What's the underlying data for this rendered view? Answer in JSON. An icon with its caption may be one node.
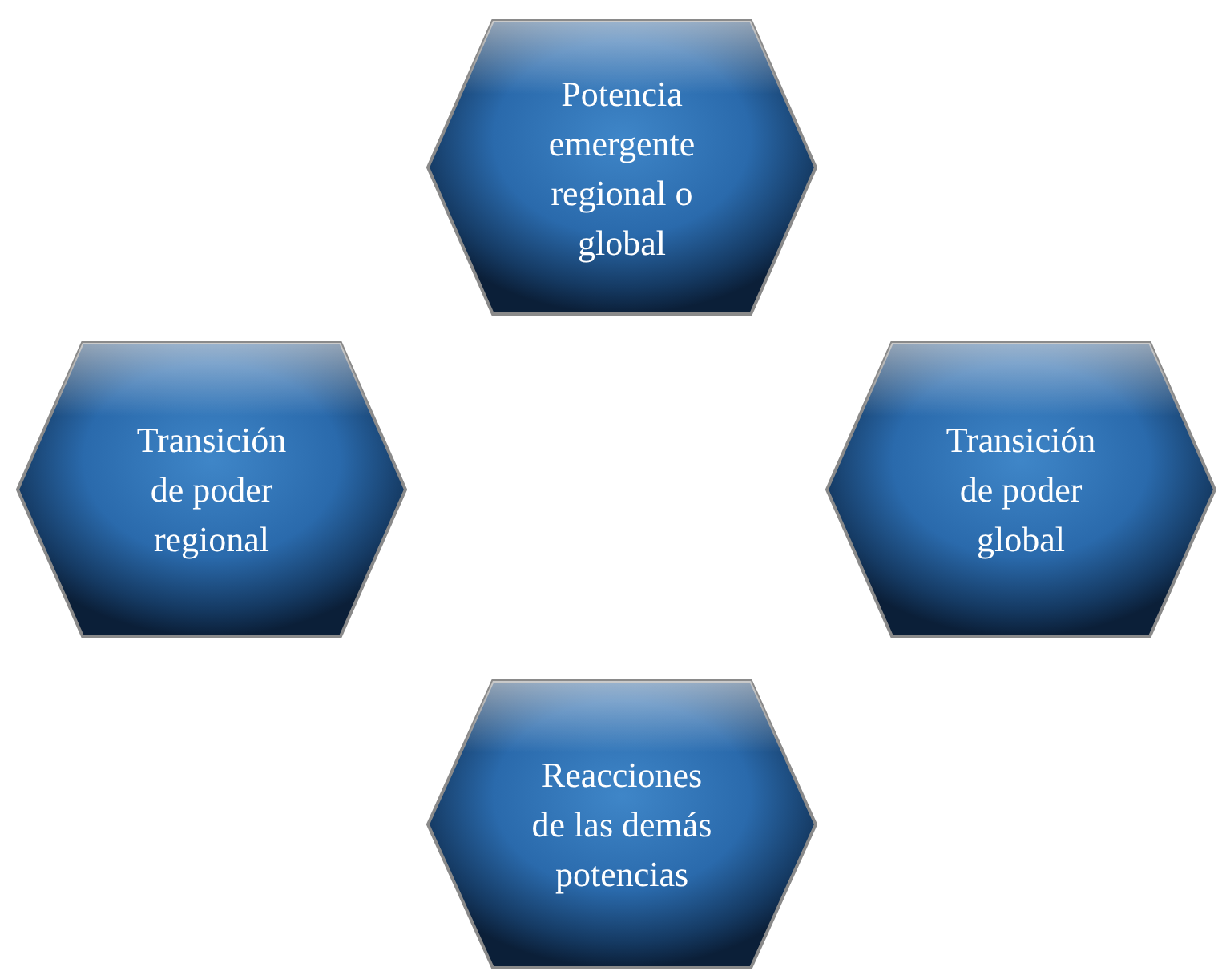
{
  "diagram": {
    "nodes": [
      {
        "text": [
          "Potencia emergente regional o global"
        ]
      },
      {
        "text": [
          "Transición de poder regional"
        ]
      },
      {
        "text": [
          "Transición de poder global"
        ]
      },
      {
        "text": [
          "Reacciones de las demás potencias"
        ]
      }
    ]
  }
}
